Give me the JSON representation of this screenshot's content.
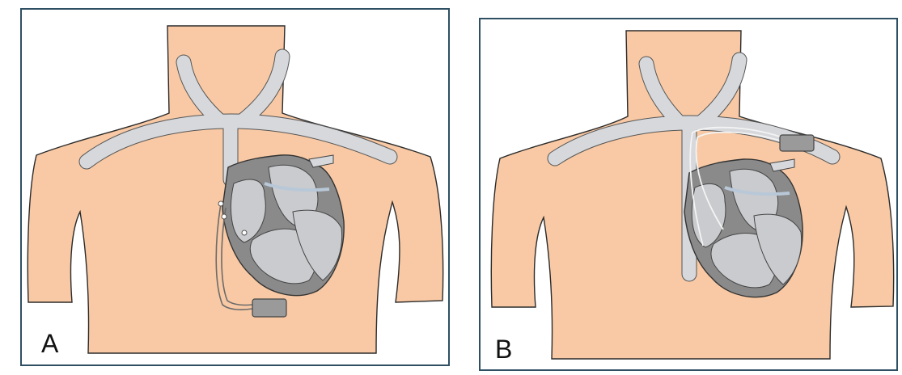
{
  "figure": {
    "panels": [
      {
        "label": "A",
        "device_placement": "abdominal",
        "icon": "torso-heart-pacemaker-illustration"
      },
      {
        "label": "B",
        "device_placement": "subclavian",
        "icon": "torso-heart-pacemaker-illustration"
      }
    ],
    "colors": {
      "skin": "#f8c9a4",
      "vessel": "#d6d8dc",
      "heart_wall": "#8a8a8a",
      "heart_chamber": "#c9cbce",
      "device": "#9a9a9a",
      "frame": "#2f4f63"
    }
  }
}
